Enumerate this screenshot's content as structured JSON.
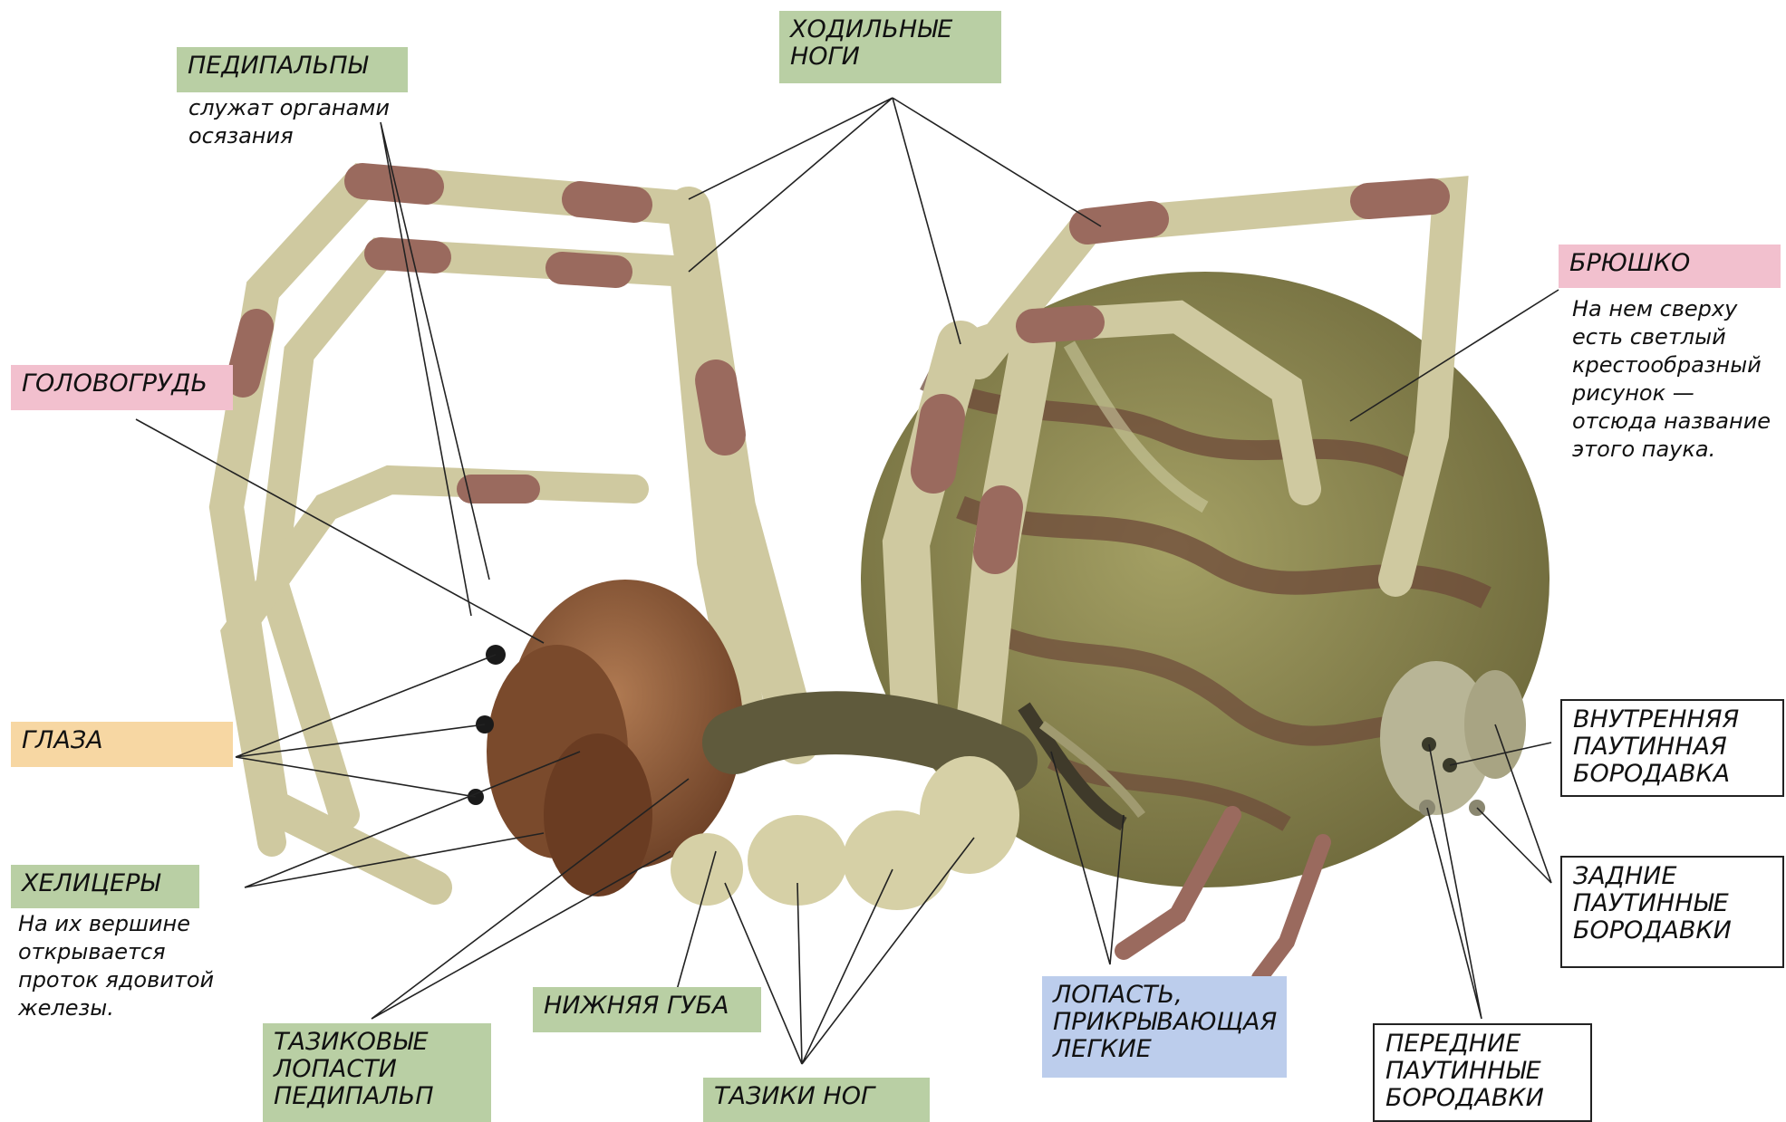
{
  "labels": {
    "walking_legs": "ХОДИЛЬНЫЕ\nНОГИ",
    "pedipalps": "ПЕДИПАЛЬПЫ",
    "pedipalps_note": "служат органами\nосязания",
    "abdomen": "БРЮШКО",
    "abdomen_note": "На нем сверху\nесть светлый\nкрестообразный\nрисунок —\nотсюда название\nэтого паука.",
    "cephalothorax": "ГОЛОВОГРУДЬ",
    "eyes": "ГЛАЗА",
    "chelicerae": "ХЕЛИЦЕРЫ",
    "chelicerae_note": "На их вершине\nоткрывается\nпроток ядовитой\nжелезы.",
    "coxal_lobes": "ТАЗИКОВЫЕ\nЛОПАСТИ\nПЕДИПАЛЬП",
    "lower_lip": "НИЖНЯЯ ГУБА",
    "leg_coxae": "ТАЗИКИ НОГ",
    "lung_flap": "ЛОПАСТЬ,\nПРИКРЫВАЮЩАЯ\nЛЕГКИЕ",
    "inner_spinneret": "ВНУТРЕННЯЯ\nПАУТИННАЯ\nБОРОДАВКА",
    "rear_spinnerets": "ЗАДНИЕ\nПАУТИННЫЕ\nБОРОДАВКИ",
    "front_spinnerets": "ПЕРЕДНИЕ\nПАУТИННЫЕ\nБОРОДАВКИ"
  },
  "colors": {
    "green_label": "#b9cfa4",
    "pink_label": "#f2c0ce",
    "yellow_label": "#f7d7a3",
    "blue_label": "#bccdec",
    "leg_light": "#cfc9a0",
    "leg_band": "#9a6a5e",
    "abdomen": "#8f8a55",
    "abdomen_pattern": "#6e4a3a",
    "head": "#8a5a3a"
  }
}
